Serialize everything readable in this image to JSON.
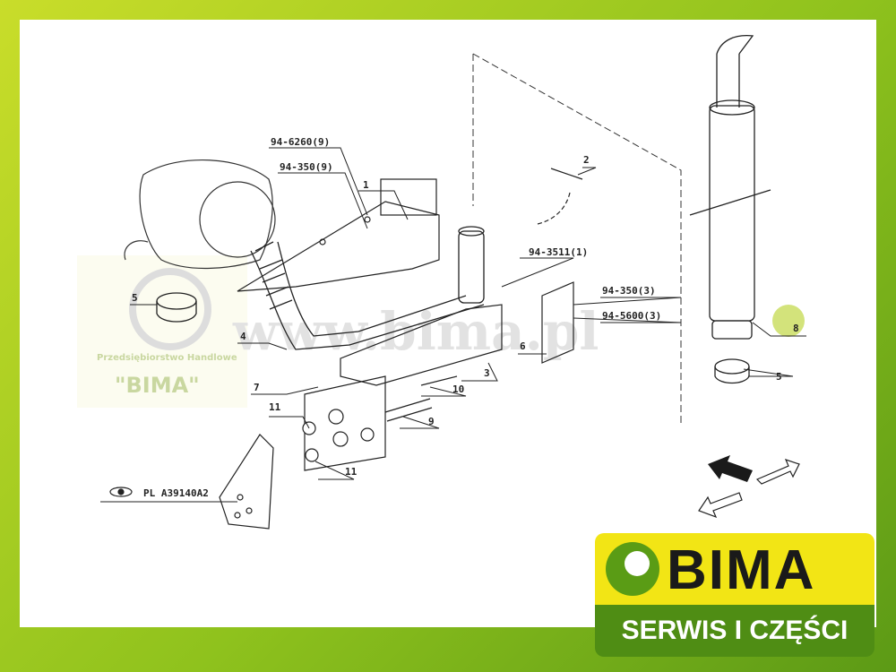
{
  "labels": {
    "l1": "1",
    "l2": "2",
    "l3": "3",
    "l4": "4",
    "l5a": "5",
    "l5b": "5",
    "l6": "6",
    "l7": "7",
    "l8": "8",
    "l9": "9",
    "l10": "10",
    "l11a": "11",
    "l11b": "11",
    "p6260": "94-6260(9)",
    "p350a": "94-350(9)",
    "p3511": "94-3511(1)",
    "p350b": "94-350(3)",
    "p5600": "94-5600(3)",
    "plref": "PL A39140A2"
  },
  "watermark": {
    "url": "www.bima.pl",
    "company_line": "Przedsiębiorstwo Handlowe",
    "company_name": "\"BIMA\""
  },
  "logo": {
    "word": "BIMA",
    "subtitle": "SERWIS I CZĘŚCI"
  },
  "colors": {
    "frame": "#8fc21d",
    "logo_yellow": "#f2e515",
    "logo_green": "#4f8d14",
    "highlight": "#c8dc5a"
  }
}
